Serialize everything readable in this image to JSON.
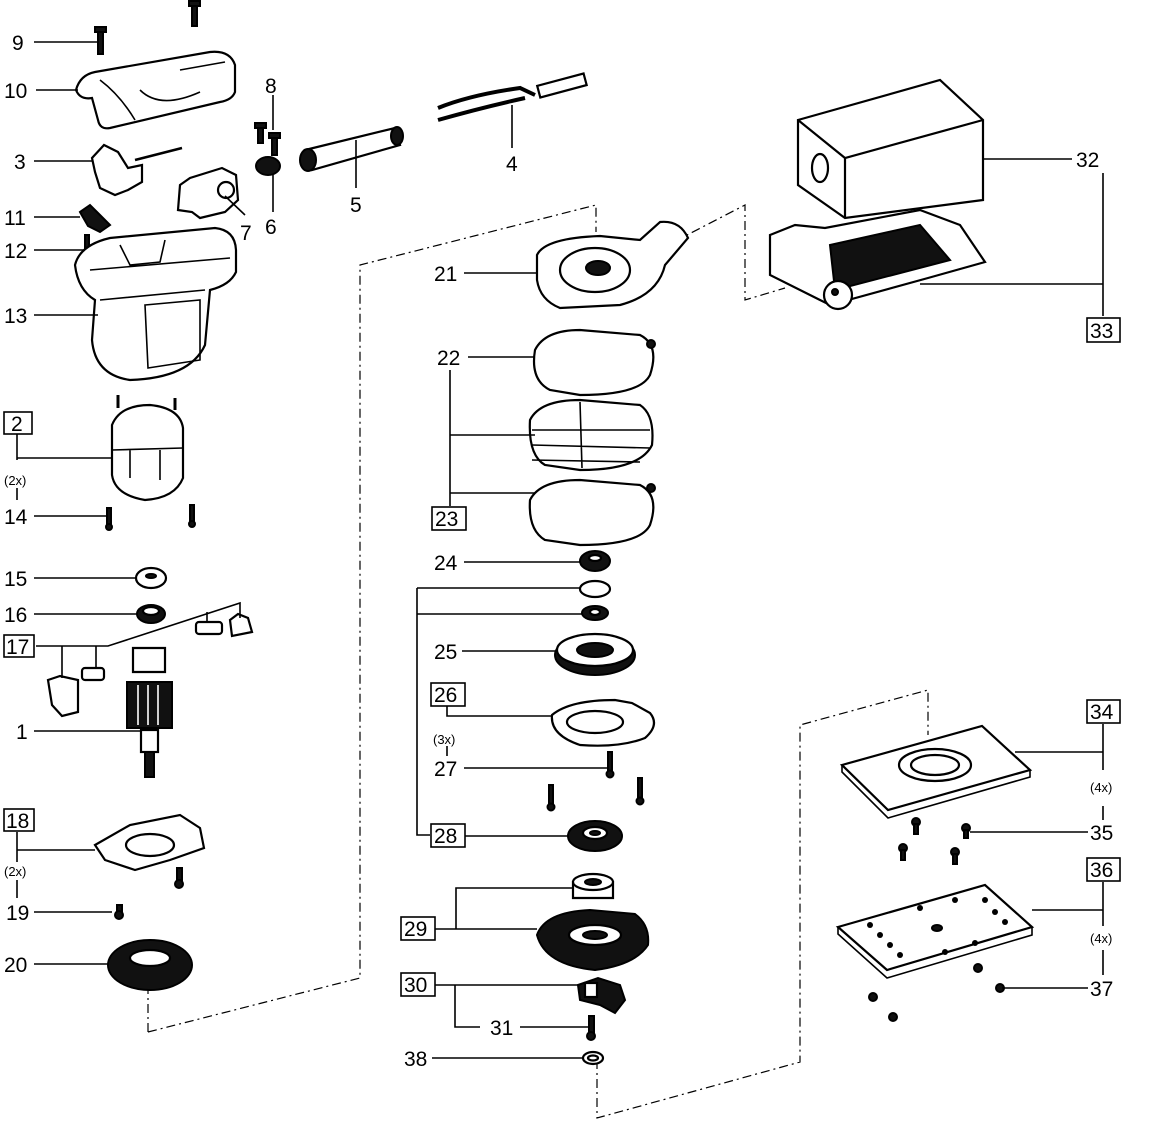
{
  "diagram": {
    "type": "exploded-parts-view",
    "callouts": {
      "p1": "1",
      "p2": "2",
      "p3": "3",
      "p4": "4",
      "p5": "5",
      "p6": "6",
      "p7": "7",
      "p8": "8",
      "p9": "9",
      "p10": "10",
      "p11": "11",
      "p12": "12",
      "p13": "13",
      "p14": "14",
      "p15": "15",
      "p16": "16",
      "p17": "17",
      "p18": "18",
      "p19": "19",
      "p20": "20",
      "p21": "21",
      "p22": "22",
      "p23": "23",
      "p24": "24",
      "p25": "25",
      "p26": "26",
      "p27": "27",
      "p28": "28",
      "p29": "29",
      "p30": "30",
      "p31": "31",
      "p32": "32",
      "p33": "33",
      "p34": "34",
      "p35": "35",
      "p36": "36",
      "p37": "37",
      "p38": "38"
    },
    "boxed_callouts": [
      "2",
      "17",
      "18",
      "23",
      "26",
      "28",
      "29",
      "30",
      "33",
      "34",
      "36"
    ],
    "quantities": {
      "q2": "(2x)",
      "q18": "(2x)",
      "q26": "(3x)",
      "q34": "(4x)",
      "q36": "(4x)"
    }
  }
}
